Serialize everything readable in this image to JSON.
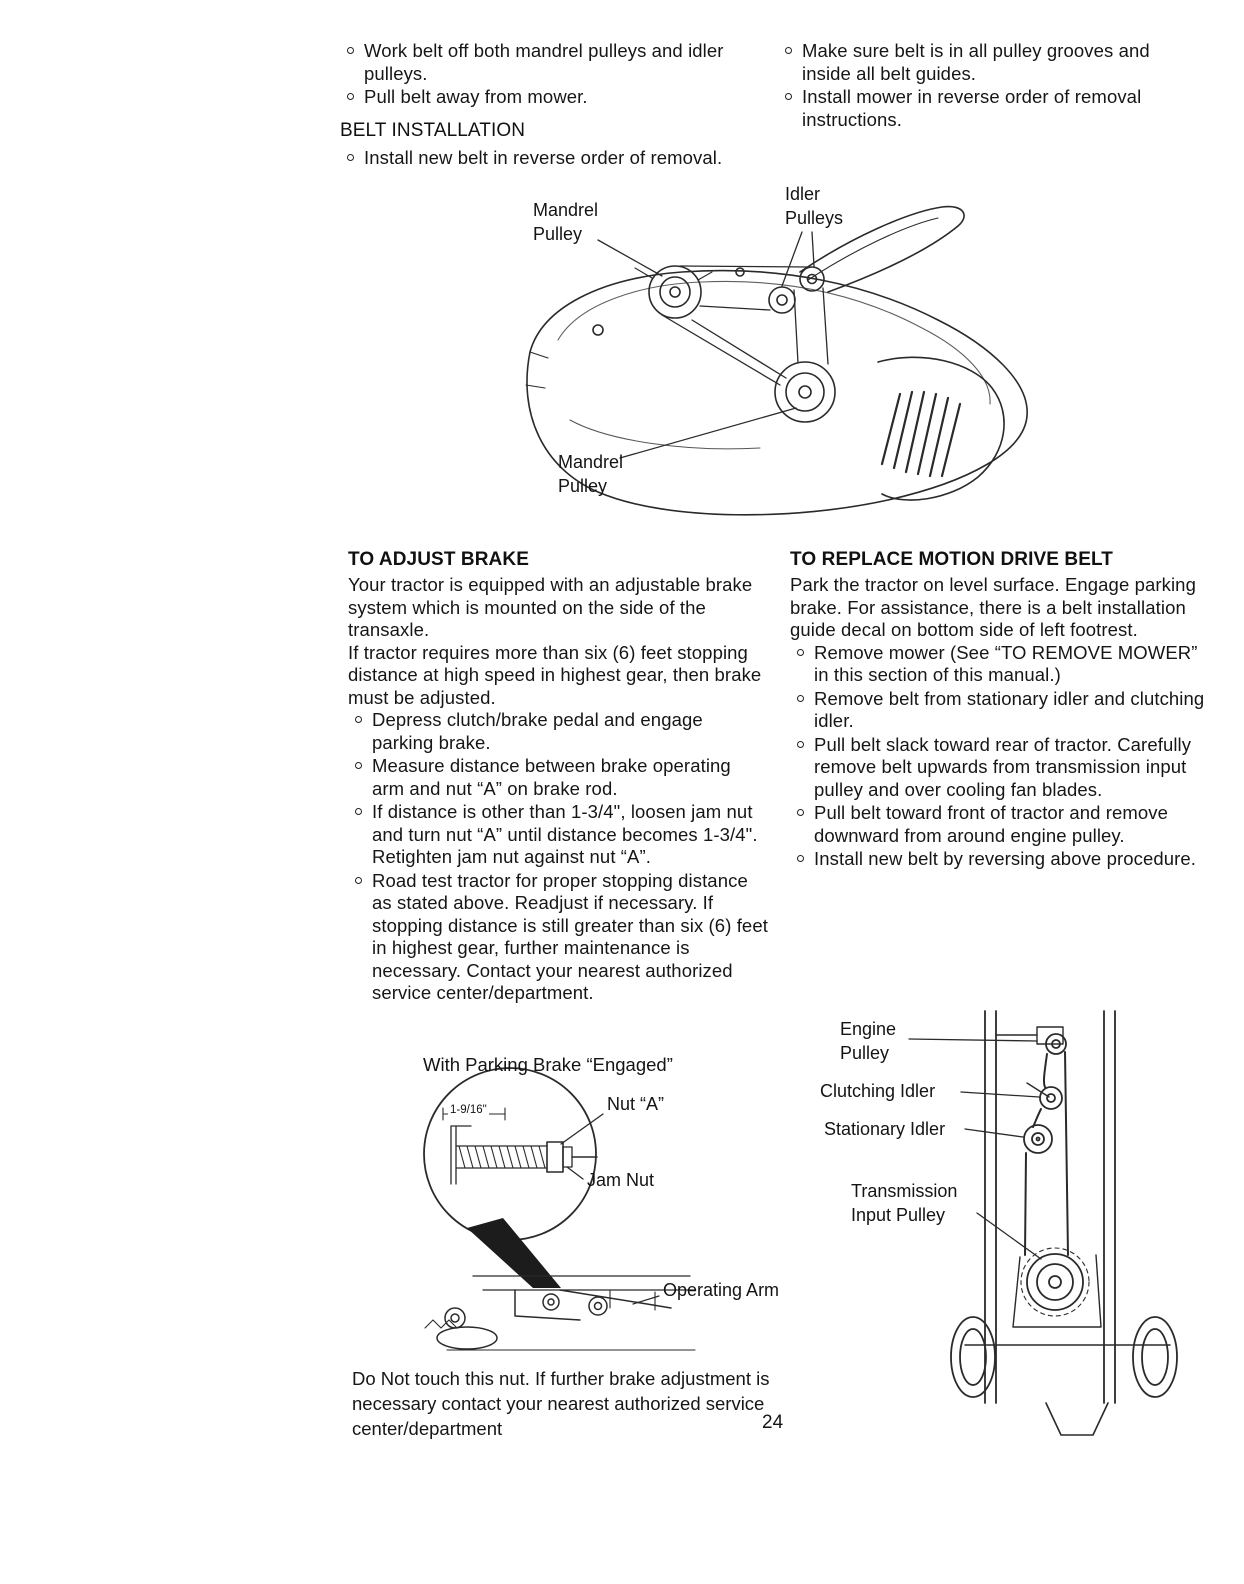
{
  "page_number": "24",
  "top": {
    "left_bullets": [
      "Work belt off both mandrel pulleys and idler pulleys.",
      "Pull belt away from mower."
    ],
    "heading": "BELT INSTALLATION",
    "post_heading_bullets": [
      "Install new belt in reverse order of removal."
    ],
    "right_bullets": [
      "Make sure belt is in all pulley grooves and inside all belt guides.",
      "Install mower in reverse order of removal instructions."
    ]
  },
  "deck_diagram": {
    "label_mandrel_top": "Mandrel\nPulley",
    "label_idler": "Idler\nPulleys",
    "label_mandrel_bottom": "Mandrel\nPulley"
  },
  "adjust_brake": {
    "heading": "TO ADJUST BRAKE",
    "paragraphs": [
      "Your tractor is equipped with an adjustable brake system which is mounted on the side of the transaxle.",
      "If tractor requires more than six (6) feet stopping distance at high speed in highest gear, then brake must be adjusted."
    ],
    "bullets": [
      "Depress clutch/brake pedal and engage parking brake.",
      "Measure distance between brake operating arm and nut “A” on brake rod.",
      "If distance is other than 1-3/4\", loosen jam nut and turn nut “A” until distance becomes 1-3/4\".  Retighten jam nut against nut “A”.",
      "Road test tractor for proper stopping distance as stated above.  Readjust if necessary.  If stopping distance is still greater than six (6) feet in highest gear, further maintenance is necessary. Contact your nearest authorized service center/department."
    ]
  },
  "replace_belt": {
    "heading": "TO REPLACE MOTION DRIVE BELT",
    "paragraphs": [
      "Park the tractor on level surface.  Engage parking brake.  For assistance, there is a belt installation guide decal on bottom side of left footrest."
    ],
    "bullets": [
      "Remove mower (See “TO REMOVE MOWER” in this section of this manual.)",
      "Remove belt from stationary idler and clutching idler.",
      "Pull belt slack toward rear of tractor. Carefully remove belt upwards from transmission input pulley and over cooling fan blades.",
      "Pull belt toward front of tractor and remove downward from around engine pulley.",
      "Install new belt by reversing above procedure."
    ]
  },
  "brake_diagram": {
    "caption": "With Parking Brake “Engaged”",
    "label_dimension": "1-9/16\"",
    "label_nut_a": "Nut “A”",
    "label_jam_nut": "Jam Nut",
    "label_operating_arm": "Operating Arm",
    "note": "Do Not touch this nut.  If further brake adjustment is necessary contact your nearest authorized service center/department"
  },
  "belt_diagram": {
    "label_engine_pulley": "Engine\nPulley",
    "label_clutching_idler": "Clutching Idler",
    "label_stationary_idler": "Stationary Idler",
    "label_transmission": "Transmission\nInput Pulley"
  }
}
